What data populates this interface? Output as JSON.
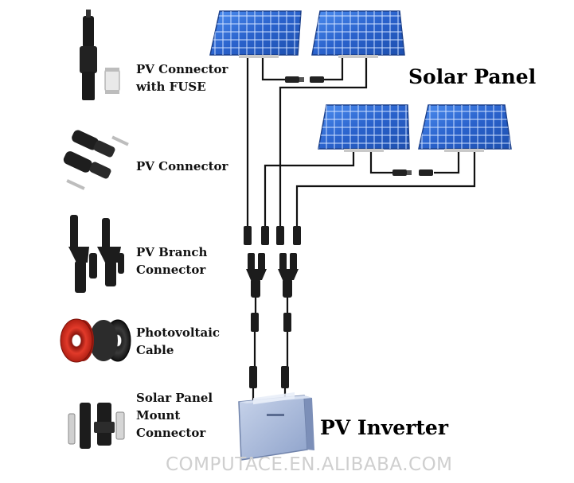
{
  "diagram": {
    "title_solar_panel": "Solar Panel",
    "title_inverter": "PV Inverter",
    "watermark": "COMPUTACE.EN.ALIBABA.COM",
    "components": [
      {
        "label": "PV Connector\nwith FUSE",
        "icon": "pv-connector-fuse-icon"
      },
      {
        "label": "PV Connector",
        "icon": "pv-connector-icon"
      },
      {
        "label": "PV Branch\nConnector",
        "icon": "pv-branch-connector-icon"
      },
      {
        "label": "Photovoltaic\nCable",
        "icon": "photovoltaic-cable-icon"
      },
      {
        "label": "Solar Panel\nMount\nConnector",
        "icon": "solar-panel-mount-connector-icon"
      }
    ],
    "colors": {
      "panel_blue": "#2f6fd6",
      "panel_grid": "#d9e6ff",
      "cable": "#111111",
      "inverter_body": "#a9b9d9",
      "cable_red": "#d52b1e"
    }
  }
}
